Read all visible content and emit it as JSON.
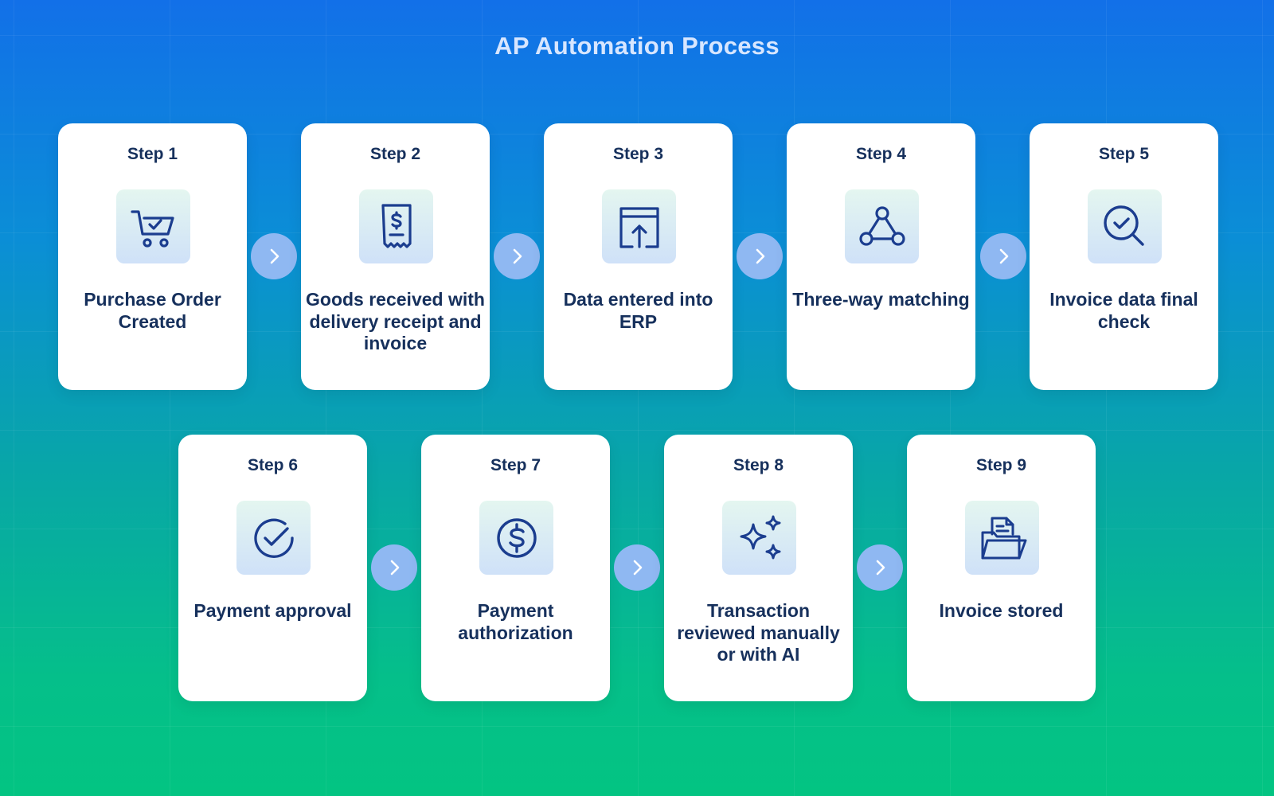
{
  "title": "AP Automation Process",
  "steps": [
    {
      "label": "Step 1",
      "text": "Purchase Order Created",
      "icon": "shopping-cart-check-icon"
    },
    {
      "label": "Step 2",
      "text": "Goods received with delivery receipt and invoice",
      "icon": "receipt-dollar-icon"
    },
    {
      "label": "Step 3",
      "text": "Data entered into ERP",
      "icon": "upload-window-icon"
    },
    {
      "label": "Step 4",
      "text": "Three-way matching",
      "icon": "three-node-network-icon"
    },
    {
      "label": "Step 5",
      "text": "Invoice data final check",
      "icon": "magnifier-check-icon"
    },
    {
      "label": "Step 6",
      "text": "Payment approval",
      "icon": "circle-check-icon"
    },
    {
      "label": "Step 7",
      "text": "Payment authorization",
      "icon": "dollar-coin-icon"
    },
    {
      "label": "Step 8",
      "text": "Transaction reviewed manually or with AI",
      "icon": "sparkles-icon"
    },
    {
      "label": "Step 9",
      "text": "Invoice stored",
      "icon": "folder-document-icon"
    }
  ],
  "colors": {
    "text": "#16305c",
    "icon_stroke": "#1b3d8f",
    "arrow_fill": "#8fb8f2",
    "card": "#ffffff"
  }
}
